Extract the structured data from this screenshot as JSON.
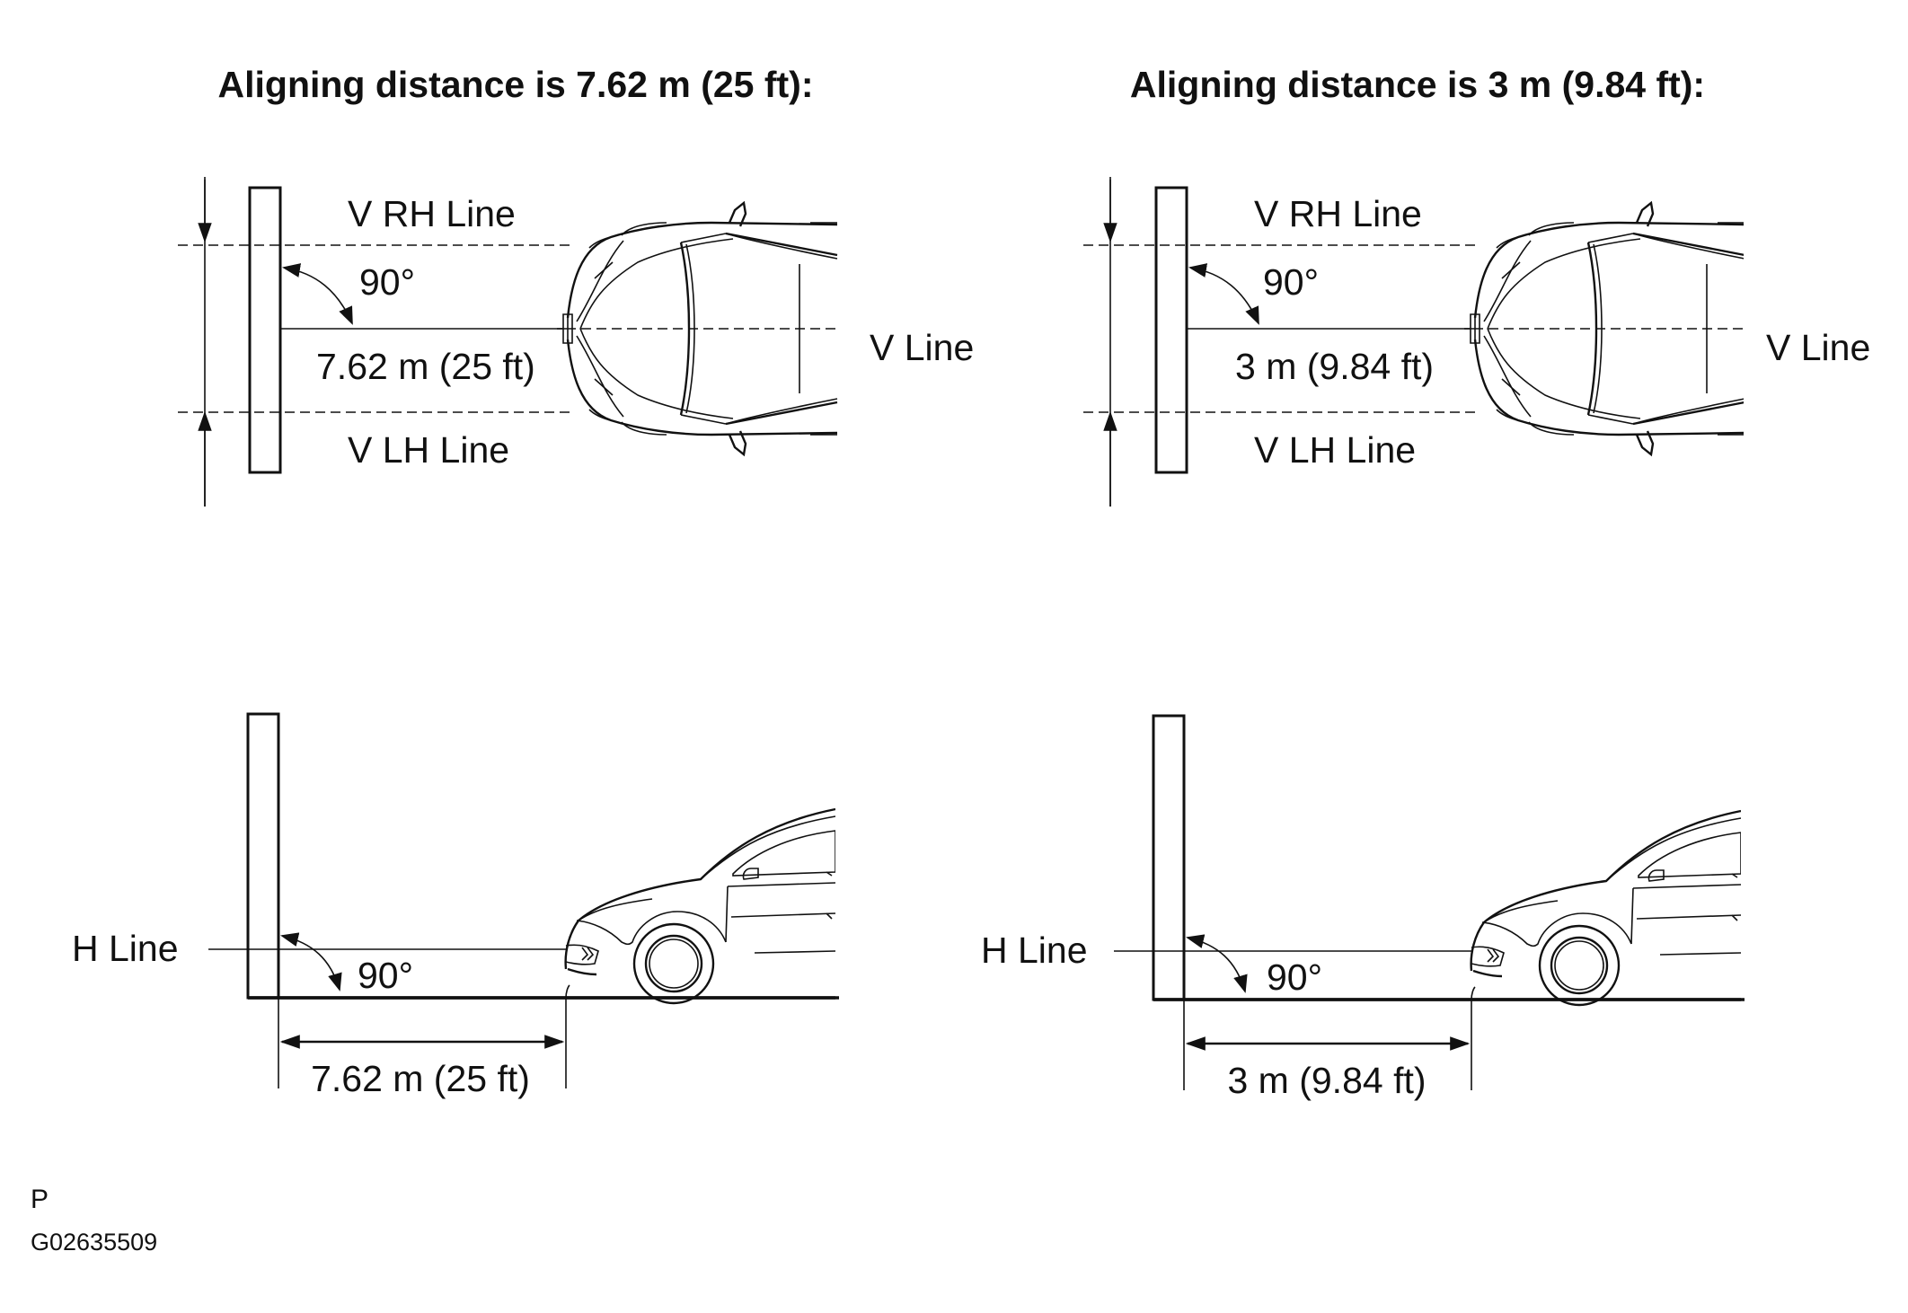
{
  "panels": {
    "left": {
      "title": "Aligning distance is 7.62 m (25 ft):",
      "v_rh_line": "V RH Line",
      "v_lh_line": "V LH Line",
      "v_line": "V Line",
      "h_line": "H Line",
      "angle_top": "90°",
      "angle_bottom": "90°",
      "distance_top": "7.62 m (25 ft)",
      "distance_bottom": "7.62 m (25 ft)"
    },
    "right": {
      "title": "Aligning distance is 3 m (9.84 ft):",
      "v_rh_line": "V RH Line",
      "v_lh_line": "V LH Line",
      "v_line": "V Line",
      "h_line": "H Line",
      "angle_top": "90°",
      "angle_bottom": "90°",
      "distance_top": "3 m (9.84 ft)",
      "distance_bottom": "3 m (9.84 ft)"
    }
  },
  "footer": {
    "letter": "P",
    "code": "G02635509"
  }
}
